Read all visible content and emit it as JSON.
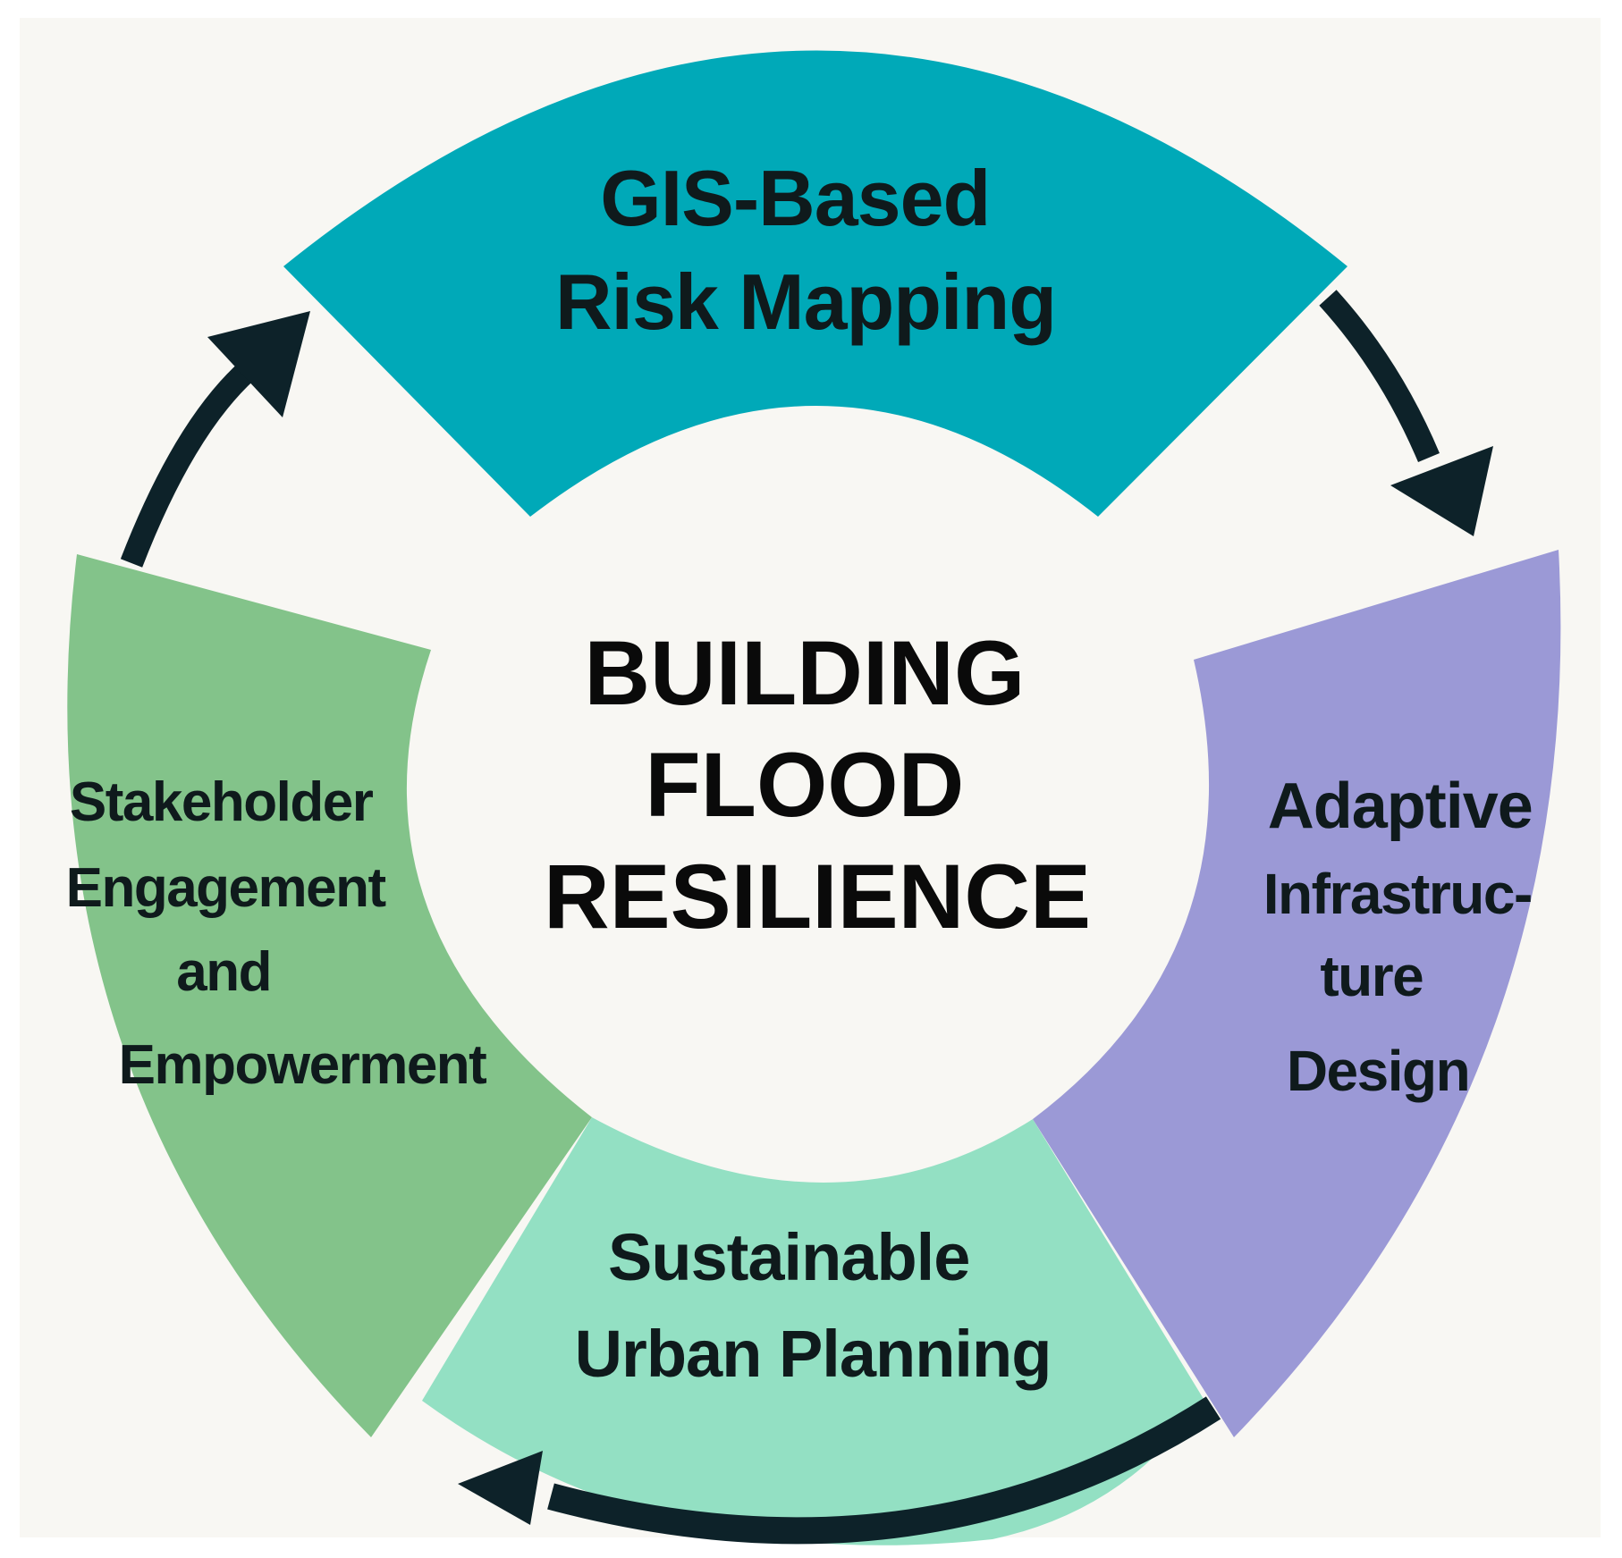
{
  "center": {
    "lines": [
      "BUILDING",
      "FLOOD",
      "RESILIENCE"
    ]
  },
  "segments": {
    "top": {
      "lines": [
        "GIS-Based",
        "Risk Mapping"
      ]
    },
    "right": {
      "lines": [
        "Adaptive",
        "Infrastruc-",
        "ture",
        "Design"
      ]
    },
    "bottom": {
      "lines": [
        "Sustainable",
        "Urban Planning"
      ]
    },
    "left": {
      "lines": [
        "Stakeholder",
        "Engagement",
        "and",
        "Empowerment"
      ]
    }
  },
  "colors": {
    "background": "#f8f7f3",
    "top_segment": "#00a9b8",
    "right_segment": "#9b99d6",
    "bottom_segment": "#93e0c3",
    "left_segment": "#83c38a",
    "arrow": "#0d2229",
    "text": "#0f1a1c"
  },
  "arrows": [
    {
      "from": "top",
      "to": "right",
      "icon": "clockwise-arrow-icon"
    },
    {
      "from": "right",
      "to": "bottom",
      "icon": "clockwise-arrow-icon"
    },
    {
      "from": "left",
      "to": "top",
      "icon": "clockwise-arrow-icon"
    }
  ]
}
